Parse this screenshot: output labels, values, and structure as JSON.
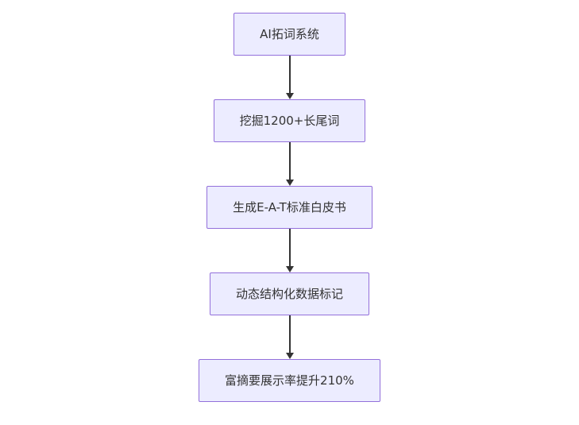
{
  "diagram": {
    "type": "flowchart",
    "direction": "top-down",
    "nodes": [
      {
        "label": "AI拓词系统"
      },
      {
        "label": "挖掘1200+长尾词"
      },
      {
        "label": "生成E-A-T标准白皮书"
      },
      {
        "label": "动态结构化数据标记"
      },
      {
        "label": "富摘要展示率提升210%"
      }
    ],
    "edges": [
      {
        "from": 0,
        "to": 1
      },
      {
        "from": 1,
        "to": 2
      },
      {
        "from": 2,
        "to": 3
      },
      {
        "from": 3,
        "to": 4
      }
    ],
    "colors": {
      "node_fill": "#ECECFF",
      "node_border": "#9370DB",
      "arrow": "#333333",
      "text": "#333333",
      "background": "#FFFFFF"
    }
  }
}
